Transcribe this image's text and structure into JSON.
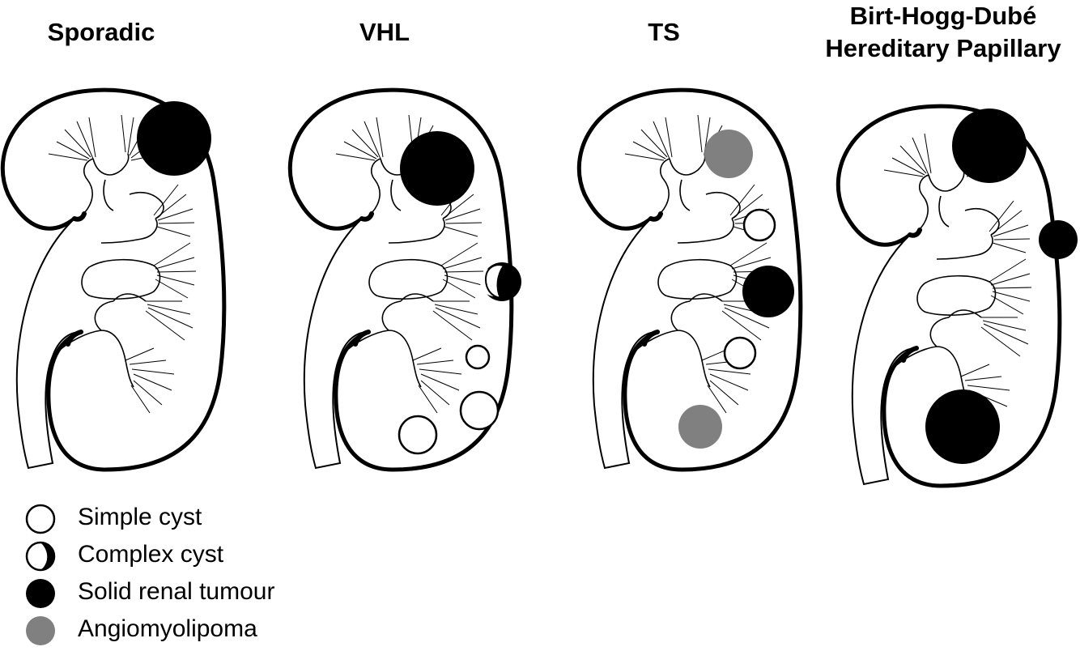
{
  "panels": [
    {
      "title": "Sporadic"
    },
    {
      "title": "VHL"
    },
    {
      "title": "TS"
    },
    {
      "title_line1": "Birt-Hogg-Dubé",
      "title_line2": "Hereditary Papillary"
    }
  ],
  "legend": [
    {
      "label": "Simple cyst",
      "icon": "simple-cyst-icon"
    },
    {
      "label": "Complex cyst",
      "icon": "complex-cyst-icon"
    },
    {
      "label": "Solid renal tumour",
      "icon": "solid-tumour-icon"
    },
    {
      "label": "Angiomyolipoma",
      "icon": "angiomyolipoma-icon"
    }
  ],
  "colors": {
    "outline": "#000000",
    "solid_tumour": "#000000",
    "simple_cyst": "#ffffff",
    "angiomyolipoma": "#808080"
  }
}
